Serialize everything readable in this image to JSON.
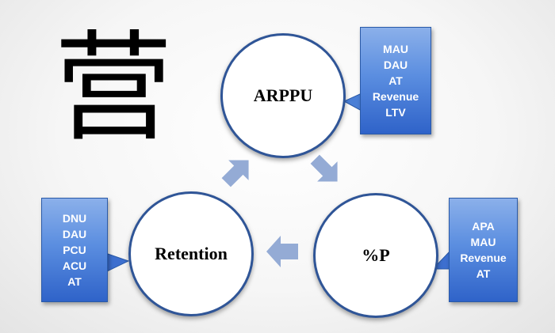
{
  "title_character": "营",
  "colors": {
    "circle_border": "#2f5597",
    "callout_fill": "#4f81d9",
    "arrow_fill": "#8ea6d3"
  },
  "cycle": {
    "nodes": [
      {
        "label": "ARPPU"
      },
      {
        "label": "%P"
      },
      {
        "label": "Retention"
      }
    ],
    "flow": "clockwise"
  },
  "callouts": {
    "arppu": [
      "MAU",
      "DAU",
      "AT",
      "Revenue",
      "LTV"
    ],
    "retention": [
      "DNU",
      "DAU",
      "PCU",
      "ACU",
      "AT"
    ],
    "p": [
      "APA",
      "MAU",
      "Revenue",
      "AT"
    ]
  }
}
